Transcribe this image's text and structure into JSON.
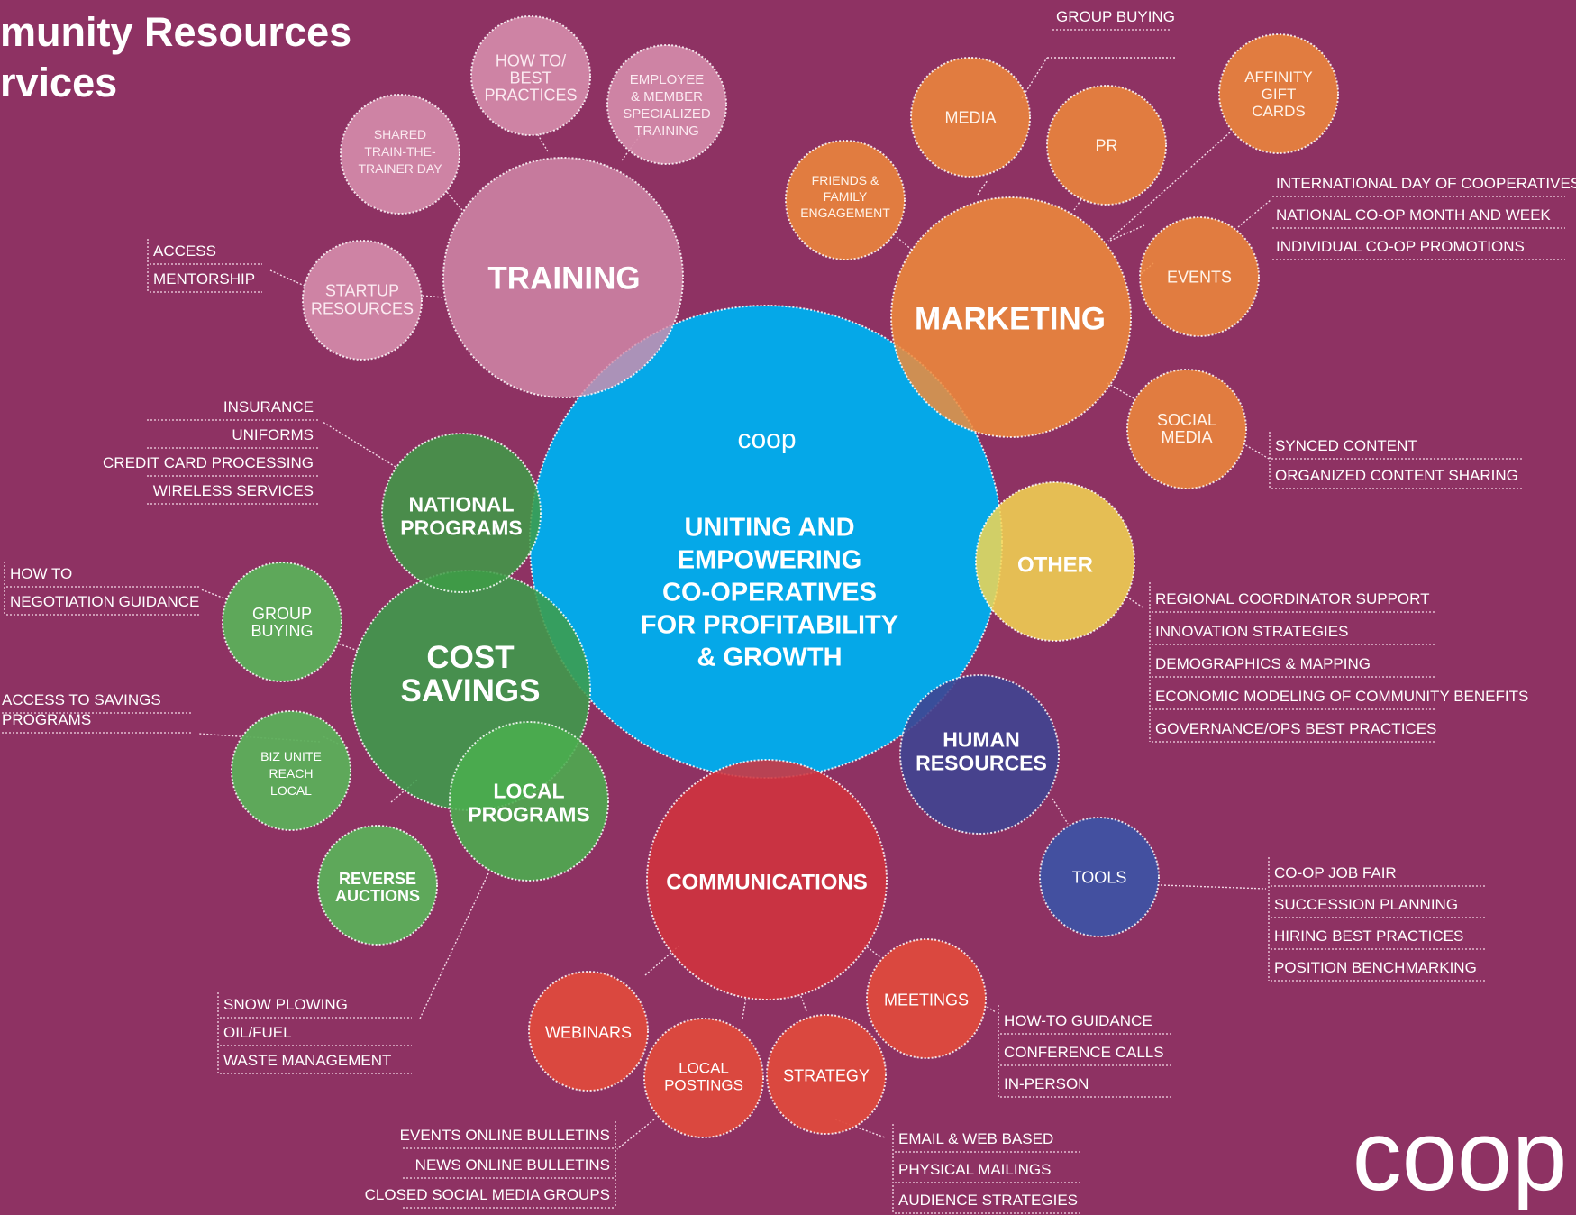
{
  "title": {
    "line1": "munity Resources",
    "line2": "rvices"
  },
  "colors": {
    "background": "#8e3263",
    "center": "#05a8e8",
    "training": "#d58cab",
    "marketing": "#f08a3a",
    "other": "#f3d552",
    "human_resources": "#3f4491",
    "tools": "#4350a0",
    "cost_savings": "#3d9c4b",
    "communications": "#d2333d"
  },
  "center": {
    "logo": "coop",
    "lines": [
      "UNITING AND",
      "EMPOWERING",
      "CO-OPERATIVES",
      "FOR PROFITABILITY",
      "& GROWTH"
    ]
  },
  "hubs": {
    "training": "TRAINING",
    "marketing": "MARKETING",
    "other": "OTHER",
    "human_resources": [
      "HUMAN",
      "RESOURCES"
    ],
    "cost_savings": [
      "COST",
      "SAVINGS"
    ],
    "communications": "COMMUNICATIONS",
    "national_programs": [
      "NATIONAL",
      "PROGRAMS"
    ],
    "local_programs": [
      "LOCAL",
      "PROGRAMS"
    ]
  },
  "nodes": {
    "how_to_best_practices": [
      "HOW TO/",
      "BEST",
      "PRACTICES"
    ],
    "employee_training": [
      "EMPLOYEE",
      "& MEMBER",
      "SPECIALIZED",
      "TRAINING"
    ],
    "shared_trainer_day": [
      "SHARED",
      "TRAIN-THE-",
      "TRAINER DAY"
    ],
    "startup_resources": [
      "STARTUP",
      "RESOURCES"
    ],
    "media": "MEDIA",
    "pr": "PR",
    "affinity_gift_cards": [
      "AFFINITY",
      "GIFT",
      "CARDS"
    ],
    "friends_family": [
      "FRIENDS &",
      "FAMILY",
      "ENGAGEMENT"
    ],
    "events": "EVENTS",
    "social_media": [
      "SOCIAL",
      "MEDIA"
    ],
    "tools": "TOOLS",
    "group_buying": [
      "GROUP",
      "BUYING"
    ],
    "biz_unite": [
      "BIZ UNITE",
      "REACH",
      "LOCAL"
    ],
    "reverse_auctions": [
      "REVERSE",
      "AUCTIONS"
    ],
    "webinars": "WEBINARS",
    "local_postings": [
      "LOCAL",
      "POSTINGS"
    ],
    "strategy": "STRATEGY",
    "meetings": "MEETINGS"
  },
  "lists": {
    "group_buying_top": [
      "GROUP BUYING"
    ],
    "startup": [
      "ACCESS",
      "MENTORSHIP"
    ],
    "events": [
      "INTERNATIONAL DAY OF COOPERATIVES",
      "NATIONAL CO-OP MONTH AND WEEK",
      "INDIVIDUAL CO-OP PROMOTIONS"
    ],
    "national_programs": [
      "INSURANCE",
      "UNIFORMS",
      "CREDIT CARD PROCESSING",
      "WIRELESS SERVICES"
    ],
    "social_media": [
      "SYNCED CONTENT",
      "ORGANIZED CONTENT SHARING"
    ],
    "group_buying": [
      "HOW TO",
      "NEGOTIATION GUIDANCE"
    ],
    "other": [
      "REGIONAL COORDINATOR SUPPORT",
      "INNOVATION STRATEGIES",
      "DEMOGRAPHICS & MAPPING",
      "ECONOMIC MODELING OF COMMUNITY BENEFITS",
      "GOVERNANCE/OPS BEST PRACTICES"
    ],
    "biz_unite": [
      "ACCESS TO SAVINGS",
      "PROGRAMS"
    ],
    "tools": [
      "CO-OP JOB FAIR",
      "SUCCESSION PLANNING",
      "HIRING BEST PRACTICES",
      "POSITION BENCHMARKING"
    ],
    "local_programs": [
      "SNOW PLOWING",
      "OIL/FUEL",
      "WASTE MANAGEMENT"
    ],
    "meetings": [
      "HOW-TO GUIDANCE",
      "CONFERENCE CALLS",
      "IN-PERSON"
    ],
    "local_postings": [
      "EVENTS ONLINE BULLETINS",
      "NEWS ONLINE BULLETINS",
      "CLOSED SOCIAL MEDIA GROUPS"
    ],
    "strategy": [
      "EMAIL & WEB BASED",
      "PHYSICAL MAILINGS",
      "AUDIENCE STRATEGIES"
    ]
  },
  "footer_logo": "coop"
}
